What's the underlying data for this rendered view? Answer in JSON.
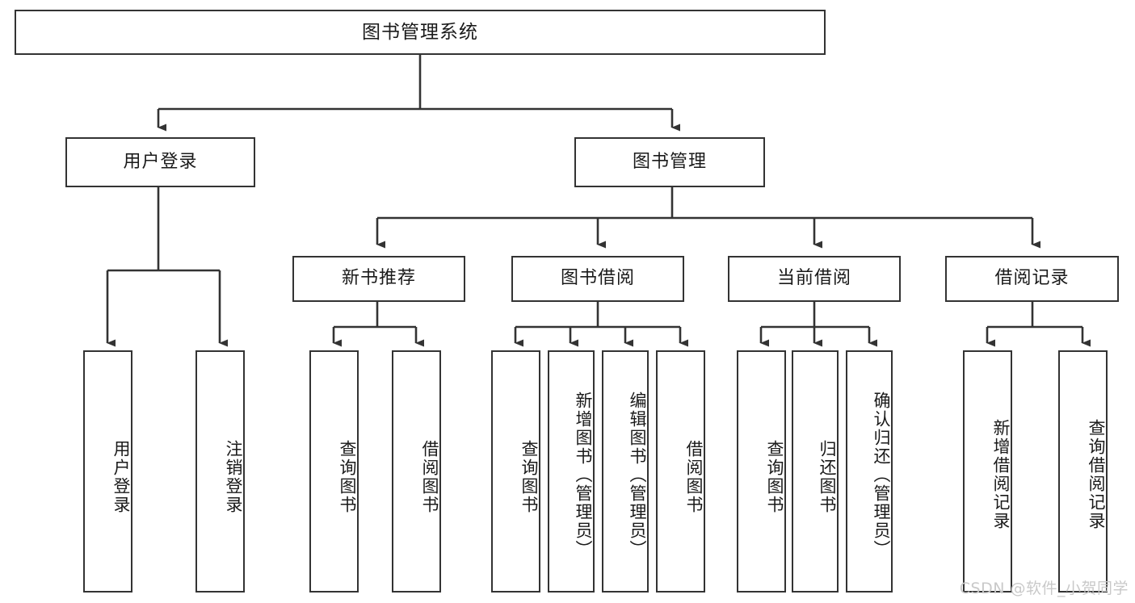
{
  "diagram": {
    "title": "图书管理系统",
    "type": "tree",
    "watermark": "CSDN @软件_小贺同学",
    "colors": {
      "box_border": "#333333",
      "box_fill": "#ffffff",
      "edge": "#333333",
      "text": "#1a1a1a",
      "watermark": "#c9c9c9"
    },
    "nodes": {
      "root": "图书管理系统",
      "level2": {
        "user_login": "用户登录",
        "book_manage": "图书管理"
      },
      "level3": {
        "new_book_rec": "新书推荐",
        "book_borrow": "图书借阅",
        "current_borrow": "当前借阅",
        "borrow_record": "借阅记录"
      },
      "leaves": {
        "user_login_1": "用户登录",
        "user_login_2": "注销登录",
        "new_book_rec_1": "查询图书",
        "new_book_rec_2": "借阅图书",
        "book_borrow_1": "查询图书",
        "book_borrow_2": "新增图书（管理员）",
        "book_borrow_3": "编辑图书（管理员）",
        "book_borrow_4": "借阅图书",
        "current_borrow_1": "查询图书",
        "current_borrow_2": "归还图书",
        "current_borrow_3": "确认归还（管理员）",
        "borrow_record_1": "新增借阅记录",
        "borrow_record_2": "查询借阅记录"
      }
    },
    "edges": [
      {
        "from": "root",
        "to": "user_login"
      },
      {
        "from": "root",
        "to": "book_manage"
      },
      {
        "from": "book_manage",
        "to": "new_book_rec"
      },
      {
        "from": "book_manage",
        "to": "book_borrow"
      },
      {
        "from": "book_manage",
        "to": "current_borrow"
      },
      {
        "from": "book_manage",
        "to": "borrow_record"
      },
      {
        "from": "user_login",
        "to": "user_login_1"
      },
      {
        "from": "user_login",
        "to": "user_login_2"
      },
      {
        "from": "new_book_rec",
        "to": "new_book_rec_1"
      },
      {
        "from": "new_book_rec",
        "to": "new_book_rec_2"
      },
      {
        "from": "book_borrow",
        "to": "book_borrow_1"
      },
      {
        "from": "book_borrow",
        "to": "book_borrow_2"
      },
      {
        "from": "book_borrow",
        "to": "book_borrow_3"
      },
      {
        "from": "book_borrow",
        "to": "book_borrow_4"
      },
      {
        "from": "current_borrow",
        "to": "current_borrow_1"
      },
      {
        "from": "current_borrow",
        "to": "current_borrow_2"
      },
      {
        "from": "current_borrow",
        "to": "current_borrow_3"
      },
      {
        "from": "borrow_record",
        "to": "borrow_record_1"
      },
      {
        "from": "borrow_record",
        "to": "borrow_record_2"
      }
    ]
  }
}
